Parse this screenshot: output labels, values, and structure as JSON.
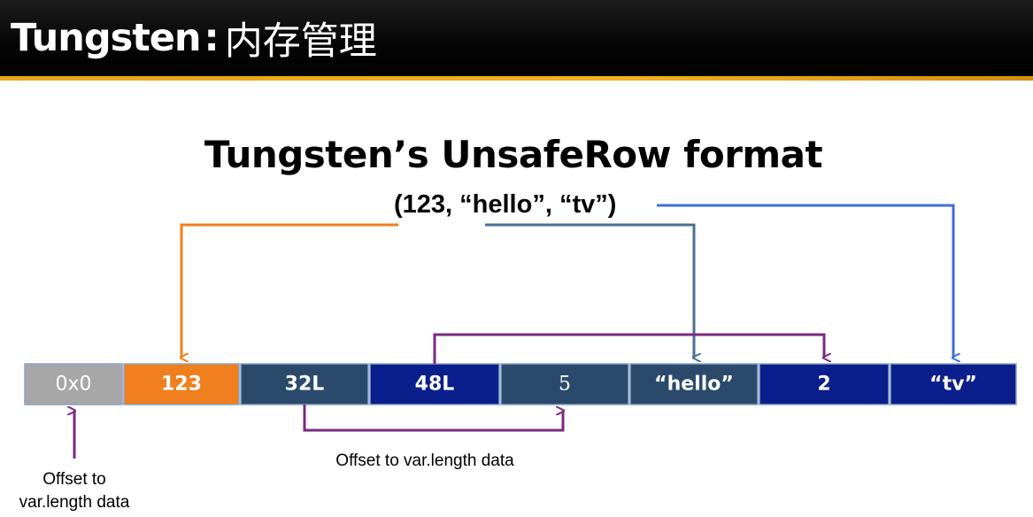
{
  "header": {
    "title_latin": "Tungsten",
    "title_separator": ":",
    "title_cjk": "内存管理"
  },
  "diagram": {
    "title": "Tungsten’s UnsafeRow format",
    "tuple_text": "(123, “hello”, “tv”)",
    "cells": [
      {
        "label": "0x0",
        "color": "#a7a7a7"
      },
      {
        "label": "123",
        "color": "#f07f1d"
      },
      {
        "label": "32L",
        "color": "#2b4a6b"
      },
      {
        "label": "48L",
        "color": "#0a1f8c"
      },
      {
        "label": "5",
        "color": "#2b4a6b"
      },
      {
        "label": "“hello”",
        "color": "#2b4a6b"
      },
      {
        "label": "2",
        "color": "#0a1f8c"
      },
      {
        "label": "“tv”",
        "color": "#0a1f8c"
      }
    ],
    "notes": {
      "null_bitmap": "Offset to\nvar.length data",
      "offset_pointer": "Offset to var.length data"
    },
    "arrow_colors": {
      "orange": "#f07f1d",
      "steel": "#4a6e94",
      "blue": "#3f6fd8",
      "purple": "#7a2a82"
    }
  }
}
